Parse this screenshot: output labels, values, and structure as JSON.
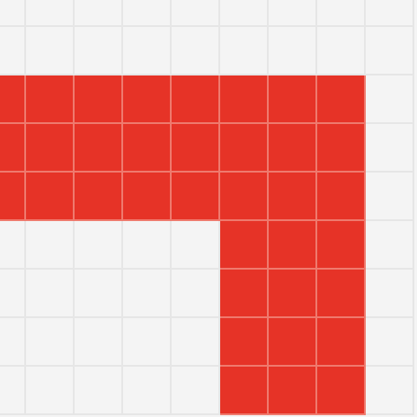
{
  "colors": {
    "background": "#f4f4f4",
    "grid_line": "#e6e6e6",
    "filled": "#e63327",
    "filled_line": "#ef7a6e"
  },
  "grid": {
    "rows": 9,
    "cols": 9,
    "filled_cells": [
      [
        2,
        0
      ],
      [
        2,
        1
      ],
      [
        2,
        2
      ],
      [
        2,
        3
      ],
      [
        2,
        4
      ],
      [
        2,
        5
      ],
      [
        2,
        6
      ],
      [
        2,
        7
      ],
      [
        3,
        0
      ],
      [
        3,
        1
      ],
      [
        3,
        2
      ],
      [
        3,
        3
      ],
      [
        3,
        4
      ],
      [
        3,
        5
      ],
      [
        3,
        6
      ],
      [
        3,
        7
      ],
      [
        4,
        0
      ],
      [
        4,
        1
      ],
      [
        4,
        2
      ],
      [
        4,
        3
      ],
      [
        4,
        4
      ],
      [
        4,
        5
      ],
      [
        4,
        6
      ],
      [
        4,
        7
      ],
      [
        5,
        5
      ],
      [
        5,
        6
      ],
      [
        5,
        7
      ],
      [
        6,
        5
      ],
      [
        6,
        6
      ],
      [
        6,
        7
      ],
      [
        7,
        5
      ],
      [
        7,
        6
      ],
      [
        7,
        7
      ],
      [
        8,
        5
      ],
      [
        8,
        6
      ],
      [
        8,
        7
      ]
    ]
  }
}
